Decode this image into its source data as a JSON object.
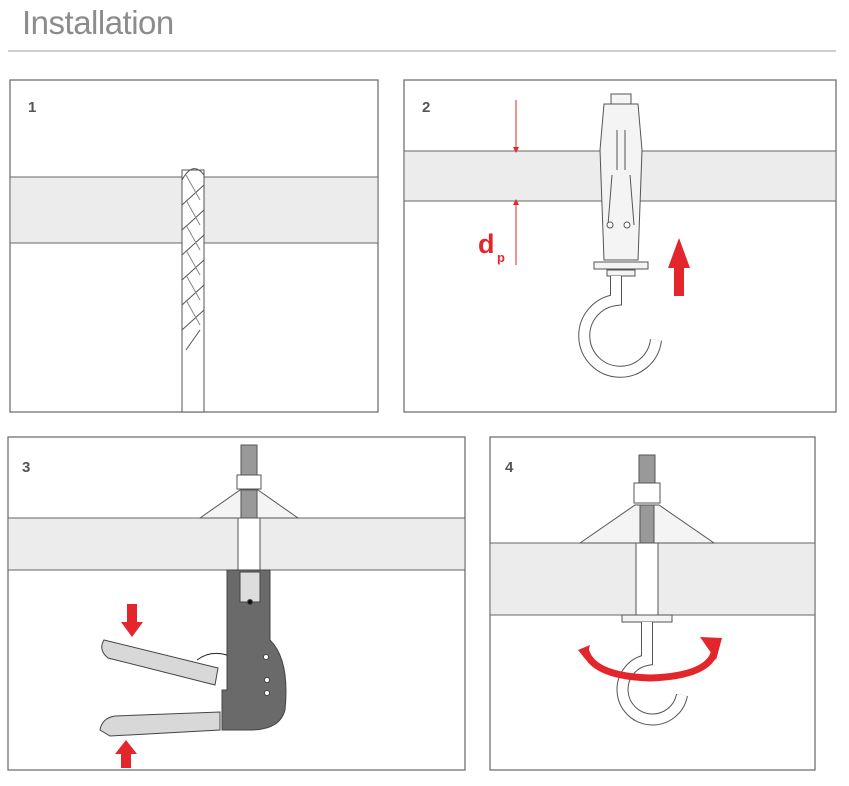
{
  "header": {
    "title": "Installation"
  },
  "steps": [
    {
      "number": "1"
    },
    {
      "number": "2",
      "dimension_label": "d",
      "dimension_subscript": "p"
    },
    {
      "number": "3"
    },
    {
      "number": "4"
    }
  ],
  "colors": {
    "accent": "#e3262b",
    "wall": "#ececec",
    "tool": "#6a6a6a",
    "outline": "#555555"
  }
}
